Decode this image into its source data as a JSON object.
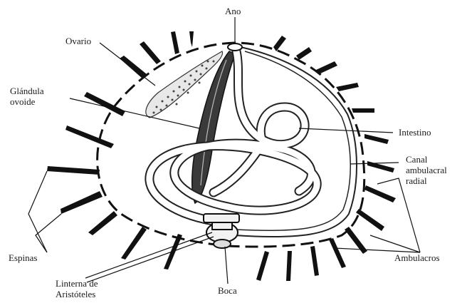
{
  "diagram": {
    "labels": {
      "ano": "Ano",
      "ovario": "Ovario",
      "glandula_line1": "Glándula",
      "glandula_line2": "ovoide",
      "intestino": "Intestino",
      "canal_line1": "Canal",
      "canal_line2": "ambulacral",
      "canal_line3": "radial",
      "espinas": "Espinas",
      "ambulacros": "Ambulacros",
      "linterna_line1": "Linterna de",
      "linterna_line2": "Aristóteles",
      "boca": "Boca"
    }
  }
}
